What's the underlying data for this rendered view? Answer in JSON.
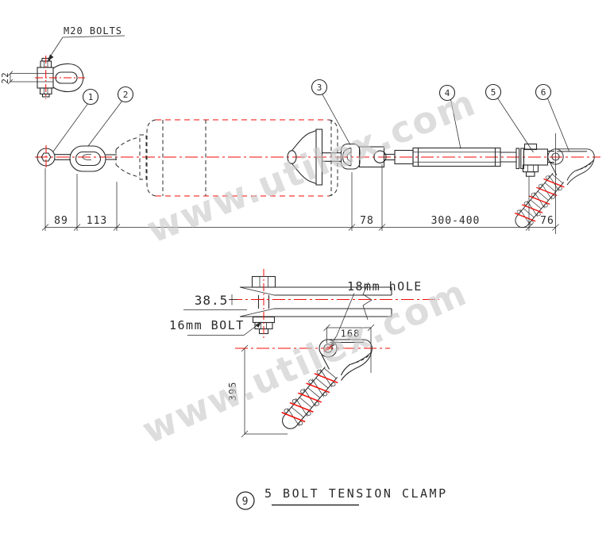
{
  "colors": {
    "line": "#2a2a2a",
    "red": "#f30b06",
    "watermark": "#c9c9c9",
    "background": "#ffffff"
  },
  "watermark": {
    "text": "www.utilex.com"
  },
  "shackle_detail": {
    "label": "M20 BOLTS",
    "dim_width": "22"
  },
  "callouts": {
    "c1": "1",
    "c2": "2",
    "c3": "3",
    "c4": "4",
    "c5": "5",
    "c6": "6"
  },
  "dimensions": {
    "left_a": "89",
    "left_b": "113",
    "mid": "78",
    "turnbuckle": "300-400",
    "clamp_offset": "76"
  },
  "bracket_detail": {
    "dim_plate": "38.5",
    "bolt_label": "16mm BOLT",
    "hole_label": "18mm hOLE",
    "dim_width": "168",
    "dim_length": "395"
  },
  "caption": {
    "index": "9",
    "title": "5 BOLT TENSION CLAMP"
  }
}
